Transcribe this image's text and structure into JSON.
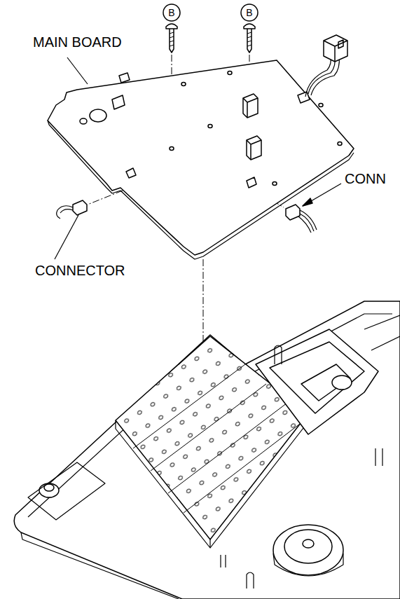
{
  "diagram": {
    "labels": [
      "B",
      "B",
      "MAIN BOARD",
      "CONN",
      "CONNECTOR"
    ]
  }
}
